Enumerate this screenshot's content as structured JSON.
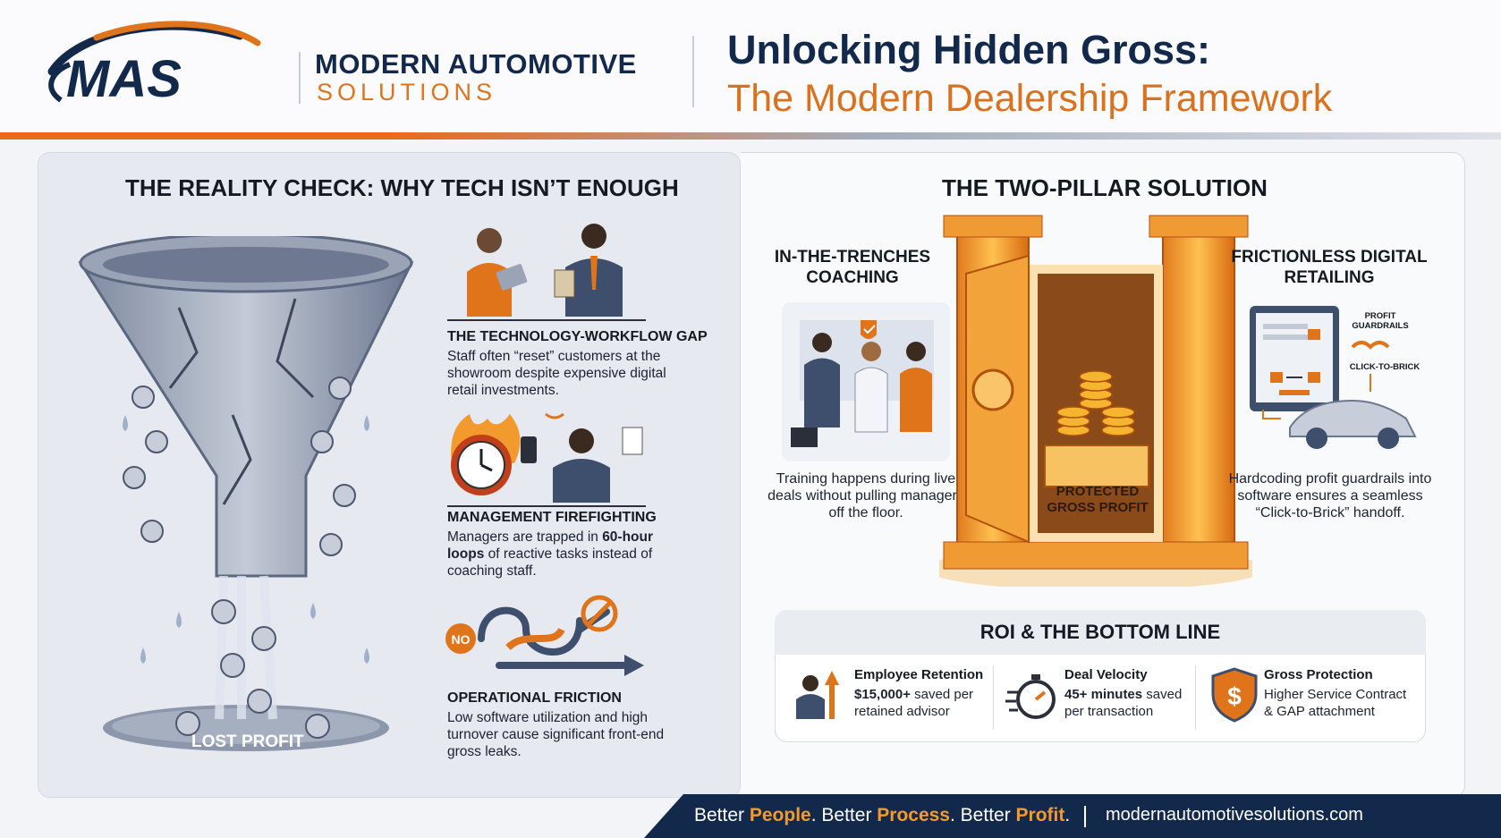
{
  "brand": {
    "logo_text": "MAS",
    "line1": "MODERN AUTOMOTIVE",
    "line2": "SOLUTIONS"
  },
  "title": {
    "line1": "Unlocking Hidden Gross:",
    "line2": "The Modern Dealership Framework"
  },
  "colors": {
    "navy": "#13294b",
    "orange": "#e0741a",
    "gold": "#f2a43a"
  },
  "left": {
    "heading": "THE REALITY CHECK: WHY TECH ISN’T ENOUGH",
    "funnel_label": "LOST PROFIT",
    "issues": [
      {
        "icon": "staff-with-clipboard-icon",
        "title": "THE TECHNOLOGY-WORKFLOW GAP",
        "body": "Staff often “reset” customers at the showroom despite expensive digital retail investments."
      },
      {
        "icon": "clock-on-fire-icon",
        "title": "MANAGEMENT FIREFIGHTING",
        "body_before": "Managers are trapped in ",
        "body_bold": "60-hour loops",
        "body_after": " of reactive tasks instead of coaching staff."
      },
      {
        "icon": "tangled-process-arrows-icon",
        "title": "OPERATIONAL FRICTION",
        "body": "Low software utilization and high turnover cause significant front-end gross leaks.",
        "badge": "NO"
      }
    ]
  },
  "right": {
    "heading": "THE TWO-PILLAR SOLUTION",
    "pillar_left": {
      "title": "IN-THE-TRENCHES COACHING",
      "body": "Training happens during live deals without pulling managers off the floor."
    },
    "pillar_right": {
      "title": "FRICTIONLESS DIGITAL RETAILING",
      "body": "Hardcoding profit guardrails into software ensures a seamless “Click-to-Brick” handoff.",
      "label_guardrails": "PROFIT GUARDRAILS",
      "label_click": "CLICK-TO-BRICK"
    },
    "vault_label": "PROTECTED GROSS PROFIT",
    "roi": {
      "title": "ROI & THE BOTTOM LINE",
      "items": [
        {
          "icon": "employee-growth-icon",
          "title": "Employee Retention",
          "bold": "$15,000+",
          "rest1": " saved per",
          "rest2": "retained advisor"
        },
        {
          "icon": "stopwatch-icon",
          "title": "Deal Velocity",
          "bold": "45+ minutes",
          "rest1": " saved",
          "rest2": "per transaction"
        },
        {
          "icon": "dollar-shield-icon",
          "title": "Gross Protection",
          "line1": "Higher Service Contract",
          "line2": "& GAP attachment"
        }
      ]
    }
  },
  "footer": {
    "prefix1": "Better ",
    "word1": "People",
    "mid1": ". Better ",
    "word2": "Process",
    "mid2": ". Better ",
    "word3": "Profit",
    "end": ".",
    "url": "modernautomotivesolutions.com"
  }
}
